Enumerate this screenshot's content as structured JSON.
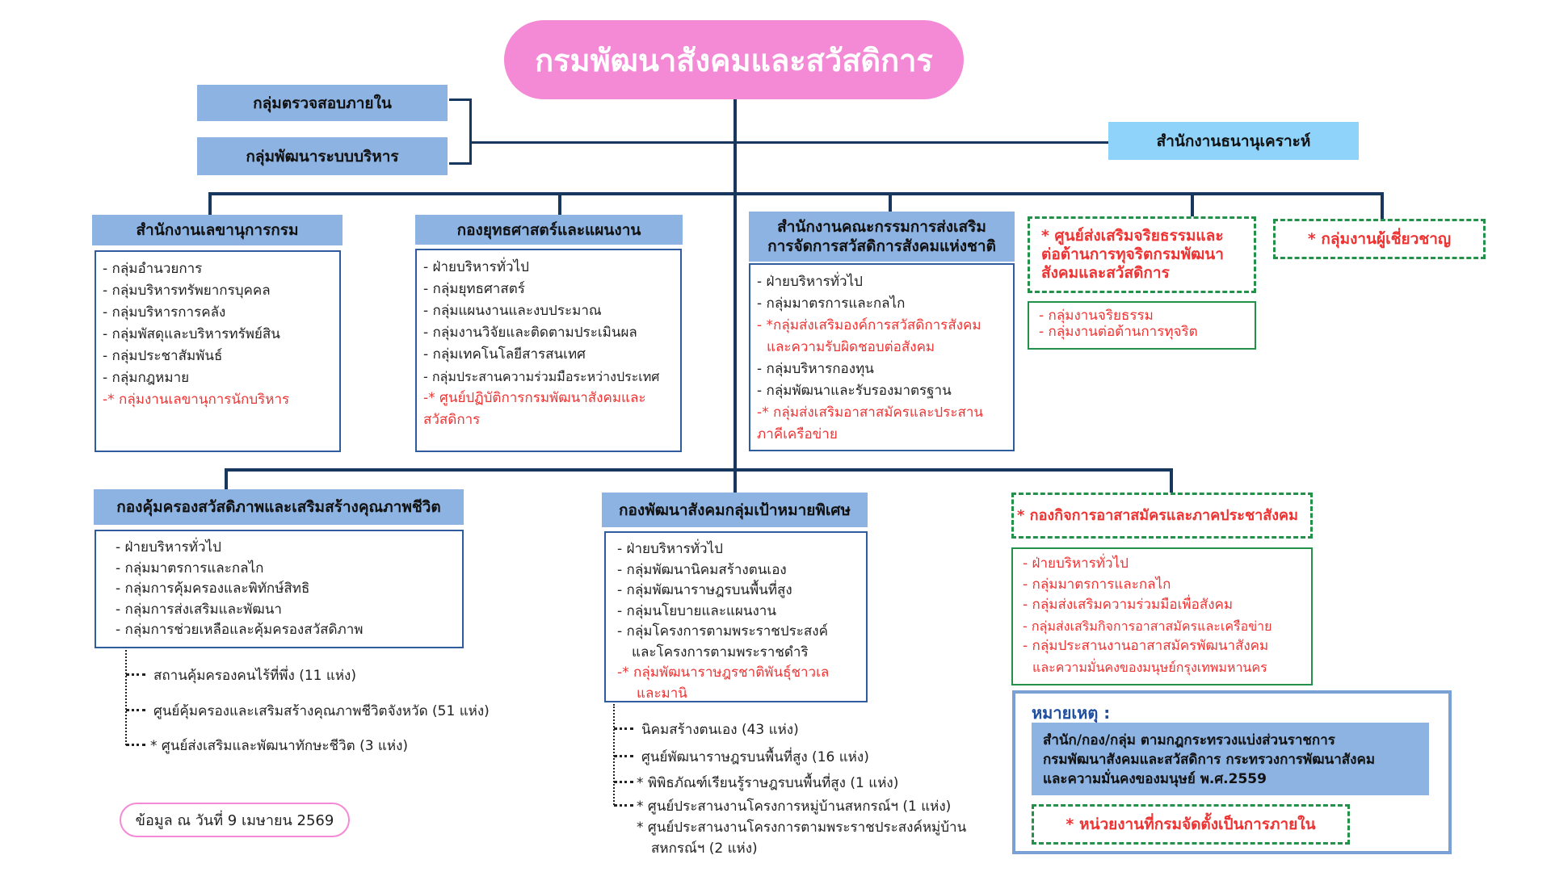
{
  "title": "กรมพัฒนาสังคมและสวัสดิการ",
  "side_left": [
    "กลุ่มตรวจสอบภายใน",
    "กลุ่มพัฒนาระบบบริหาร"
  ],
  "side_right": "สำนักงานธนานุเคราะห์",
  "units": [
    {
      "header": "สำนักงานเลขานุการกรม",
      "items": [
        "- กลุ่มอำนวยการ",
        "- กลุ่มบริหารทรัพยากรบุคคล",
        "- กลุ่มบริหารการคลัง",
        "- กลุ่มพัสดุและบริหารทรัพย์สิน",
        "- กลุ่มประชาสัมพันธ์",
        "- กลุ่มกฎหมาย"
      ],
      "red_items": [
        "-* กลุ่มงานเลขานุการนักบริหาร"
      ]
    },
    {
      "header": "กองยุทธศาสตร์และแผนงาน",
      "items": [
        "- ฝ่ายบริหารทั่วไป",
        "- กลุ่มยุทธศาสตร์",
        "- กลุ่มแผนงานและงบประมาณ",
        "- กลุ่มงานวิจัยและติดตามประเมินผล",
        "- กลุ่มเทคโนโลยีสารสนเทศ",
        "- กลุ่มประสานความร่วมมือระหว่างประเทศ"
      ],
      "red_items": [
        "-* ศูนย์ปฏิบัติการกรมพัฒนาสังคมและ",
        "สวัสดิการ"
      ]
    },
    {
      "header_lines": [
        "สำนักงานคณะกรรมการส่งเสริม",
        "การจัดการสวัสดิการสังคมแห่งชาติ"
      ],
      "items": [
        "- ฝ่ายบริหารทั่วไป",
        "- กลุ่มมาตรการและกลไก",
        "- *กลุ่มส่งเสริมองค์การสวัสดิการสังคม",
        "  และความรับผิดชอบต่อสังคม",
        "- กลุ่มบริหารกองทุน",
        "- กลุ่มพัฒนาและรับรองมาตรฐาน",
        "-* กลุ่มส่งเสริมอาสาสมัครและประสาน",
        "ภาคีเครือข่าย"
      ]
    }
  ],
  "ethics": {
    "header_lines": [
      "* ศูนย์ส่งเสริมจริยธรรมและ",
      "ต่อต้านการทุจริตกรมพัฒนา",
      "สังคมและสวัสดิการ"
    ],
    "items": [
      "- กลุ่มงานจริยธรรม",
      "- กลุ่มงานต่อต้านการทุจริต"
    ]
  },
  "experts": "* กลุ่มงานผู้เชี่ยวชาญ",
  "welfare": {
    "header": "กองคุ้มครองสวัสดิภาพและเสริมสร้างคุณภาพชีวิต",
    "items": [
      "- ฝ่ายบริหารทั่วไป",
      "- กลุ่มมาตรการและกลไก",
      "- กลุ่มการคุ้มครองและพิทักษ์สิทธิ",
      "- กลุ่มการส่งเสริมและพัฒนา",
      "- กลุ่มการช่วยเหลือและคุ้มครองสวัสดิภาพ"
    ],
    "sub": [
      "สถานคุ้มครองคนไร้ที่พึ่ง (11 แห่ง)",
      "ศูนย์คุ้มครองและเสริมสร้างคุณภาพชีวิตจังหวัด (51 แห่ง)",
      "* ศูนย์ส่งเสริมและพัฒนาทักษะชีวิต (3 แห่ง)"
    ]
  },
  "special": {
    "header": "กองพัฒนาสังคมกลุ่มเป้าหมายพิเศษ",
    "items": [
      "- ฝ่ายบริหารทั่วไป",
      "- กลุ่มพัฒนานิคมสร้างตนเอง",
      "- กลุ่มพัฒนาราษฎรบนพื้นที่สูง",
      "- กลุ่มนโยบายและแผนงาน",
      "- กลุ่มโครงการตามพระราชประสงค์",
      "  และโครงการตามพระราชดำริ"
    ],
    "red_items": [
      "-* กลุ่มพัฒนาราษฎรชาติพันธุ์ชาวเล",
      "    และมานิ"
    ],
    "sub": [
      "นิคมสร้างตนเอง (43 แห่ง)",
      "ศูนย์พัฒนาราษฎรบนพื้นที่สูง (16 แห่ง)",
      "* พิพิธภัณฑ์เรียนรู้ราษฎรบนพื้นที่สูง (1 แห่ง)",
      "* ศูนย์ประสานงานโครงการหมู่บ้านสหกรณ์ฯ (1 แห่ง)",
      "* ศูนย์ประสานงานโครงการตามพระราชประสงค์หมู่บ้าน",
      "สหกรณ์ฯ (2 แห่ง)"
    ]
  },
  "volunteer": {
    "header": "* กองกิจการอาสาสมัครและภาคประชาสังคม",
    "items": [
      "- ฝ่ายบริหารทั่วไป",
      "- กลุ่มมาตรการและกลไก",
      "- กลุ่มส่งเสริมความร่วมมือเพื่อสังคม",
      "- กลุ่มส่งเสริมกิจการอาสาสมัครและเครือข่าย",
      "- กลุ่มประสานงานอาสาสมัครพัฒนาสังคม",
      "  และความมั่นคงของมนุษย์กรุงเทพมหานคร"
    ]
  },
  "note": {
    "label": "หมายเหตุ :",
    "text_lines": [
      "สำนัก/กอง/กลุ่ม ตามกฎกระทรวงแบ่งส่วนราชการ",
      "กรมพัฒนาสังคมและสวัสดิการ กระทรวงการพัฒนาสังคม",
      "และความมั่นคงของมนุษย์ พ.ศ.2559"
    ],
    "legend": "* หน่วยงานที่กรมจัดตั้งเป็นการภายใน"
  },
  "date": "ข้อมูล ณ วันที่ 9 เมษายน 2569"
}
